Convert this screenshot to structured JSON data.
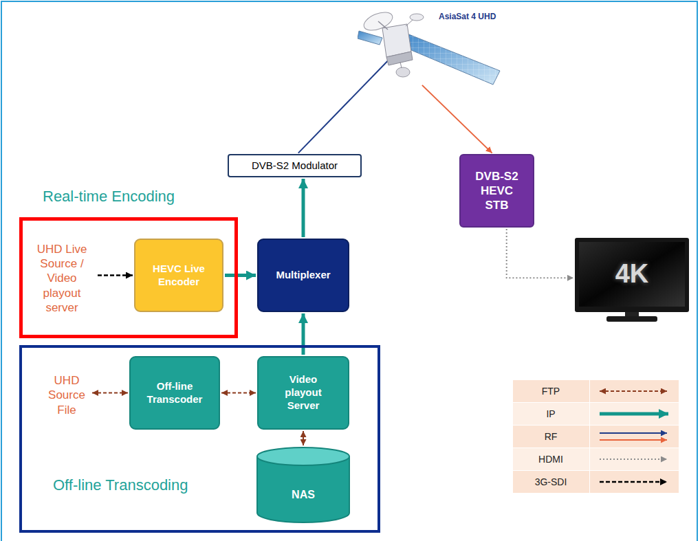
{
  "diagram": {
    "nodes": [
      {
        "text": [
          "AsiaSat 4 UHD"
        ]
      },
      {
        "text": [
          "DVB-S2 Modulator"
        ]
      },
      {
        "text": [
          "DVB-S2 HEVC STB"
        ]
      },
      {
        "text": [
          "4K"
        ]
      },
      {
        "text": [
          "Real-time Encoding"
        ]
      },
      {
        "text": [
          "UHD Live Source / Video playout server"
        ],
        "in": 4
      },
      {
        "text": [
          "HEVC Live Encoder"
        ],
        "in": 4
      },
      {
        "text": [
          "Multiplexer"
        ]
      },
      {
        "text": [
          "Off-line Transcoding"
        ]
      },
      {
        "text": [
          "UHD Source File"
        ],
        "in": 8
      },
      {
        "text": [
          "Off-line Transcoder"
        ],
        "in": 8
      },
      {
        "text": [
          "Video playout Server"
        ],
        "in": 8
      },
      {
        "text": [
          "NAS"
        ],
        "in": 8
      }
    ],
    "edges": [
      {
        "from": 1,
        "to": 0,
        "arrow": "to"
      },
      {
        "from": 0,
        "to": 2,
        "arrow": "to"
      },
      {
        "from": 2,
        "to": 3,
        "arrow": "to"
      },
      {
        "from": 5,
        "to": 6,
        "arrow": "to"
      },
      {
        "from": 6,
        "to": 7,
        "arrow": "to"
      },
      {
        "from": 7,
        "to": 1,
        "arrow": "to"
      },
      {
        "from": 11,
        "to": 7,
        "arrow": "to"
      },
      {
        "from": 9,
        "to": 10,
        "arrow": "both"
      },
      {
        "from": 10,
        "to": 11,
        "arrow": "both"
      },
      {
        "from": 11,
        "to": 12,
        "arrow": "both"
      }
    ],
    "legend": [
      {
        "text": "FTP"
      },
      {
        "text": "IP"
      },
      {
        "text": "RF"
      },
      {
        "text": "HDMI"
      },
      {
        "text": "3G-SDI"
      }
    ]
  }
}
